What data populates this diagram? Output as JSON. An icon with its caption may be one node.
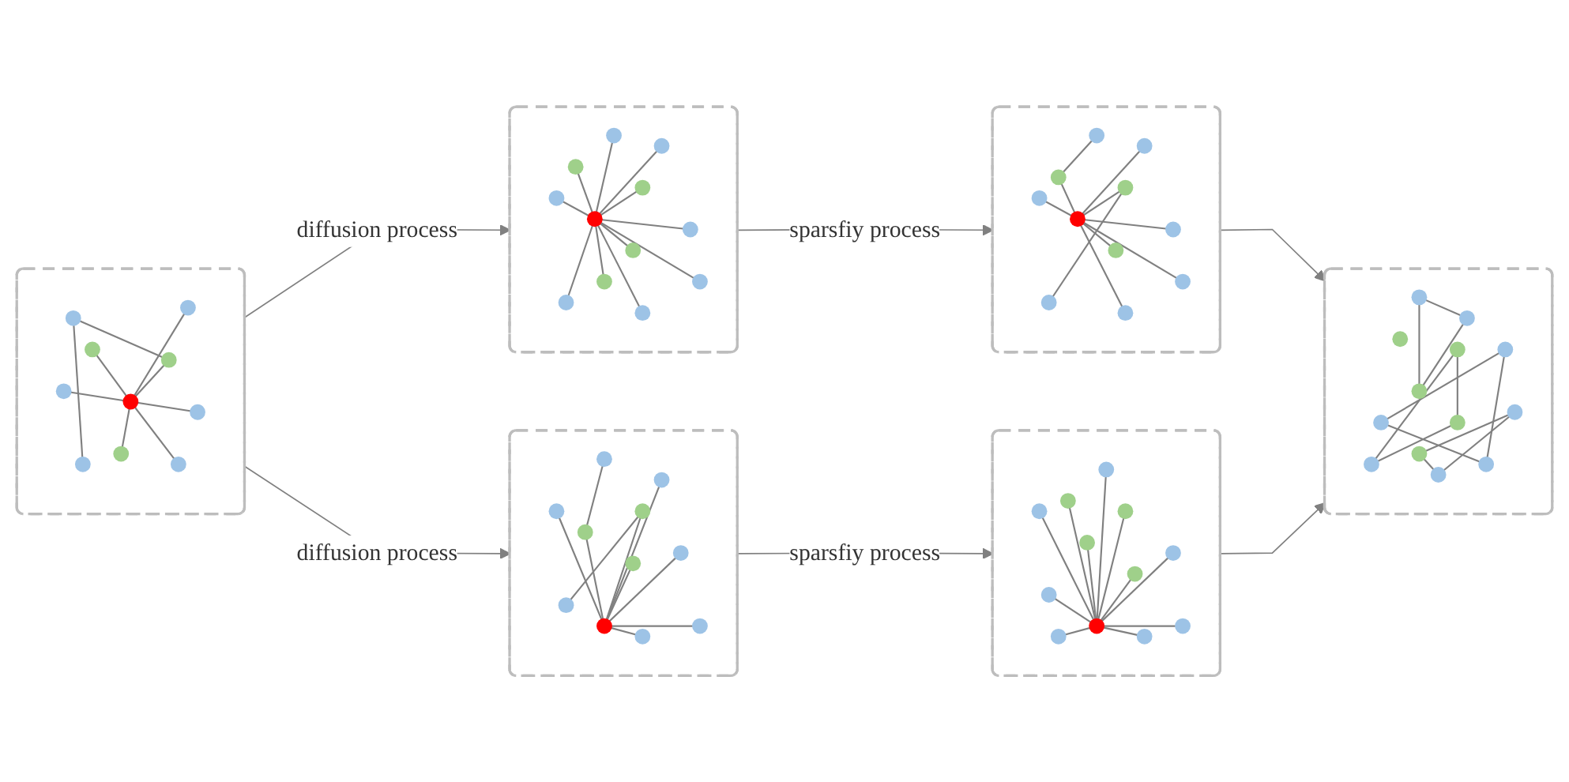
{
  "diagram": {
    "nodes": [
      {
        "text": [],
        "shape": "picture"
      },
      {
        "text": [],
        "shape": "picture"
      },
      {
        "text": [],
        "shape": "picture"
      },
      {
        "text": [],
        "shape": "picture"
      },
      {
        "text": [],
        "shape": "picture"
      },
      {
        "text": [],
        "shape": "picture"
      }
    ],
    "edges": [
      {
        "from": 0,
        "to": 1,
        "arrow": "to",
        "label": "diffusion process"
      },
      {
        "from": 0,
        "to": 2,
        "arrow": "to",
        "label": "diffusion process"
      },
      {
        "from": 1,
        "to": 3,
        "arrow": "to",
        "label": "sparsfiy process"
      },
      {
        "from": 2,
        "to": 4,
        "arrow": "to",
        "label": "sparsfiy process"
      },
      {
        "from": 3,
        "to": 5,
        "arrow": "to"
      },
      {
        "from": 4,
        "to": 5,
        "arrow": "to"
      }
    ]
  }
}
